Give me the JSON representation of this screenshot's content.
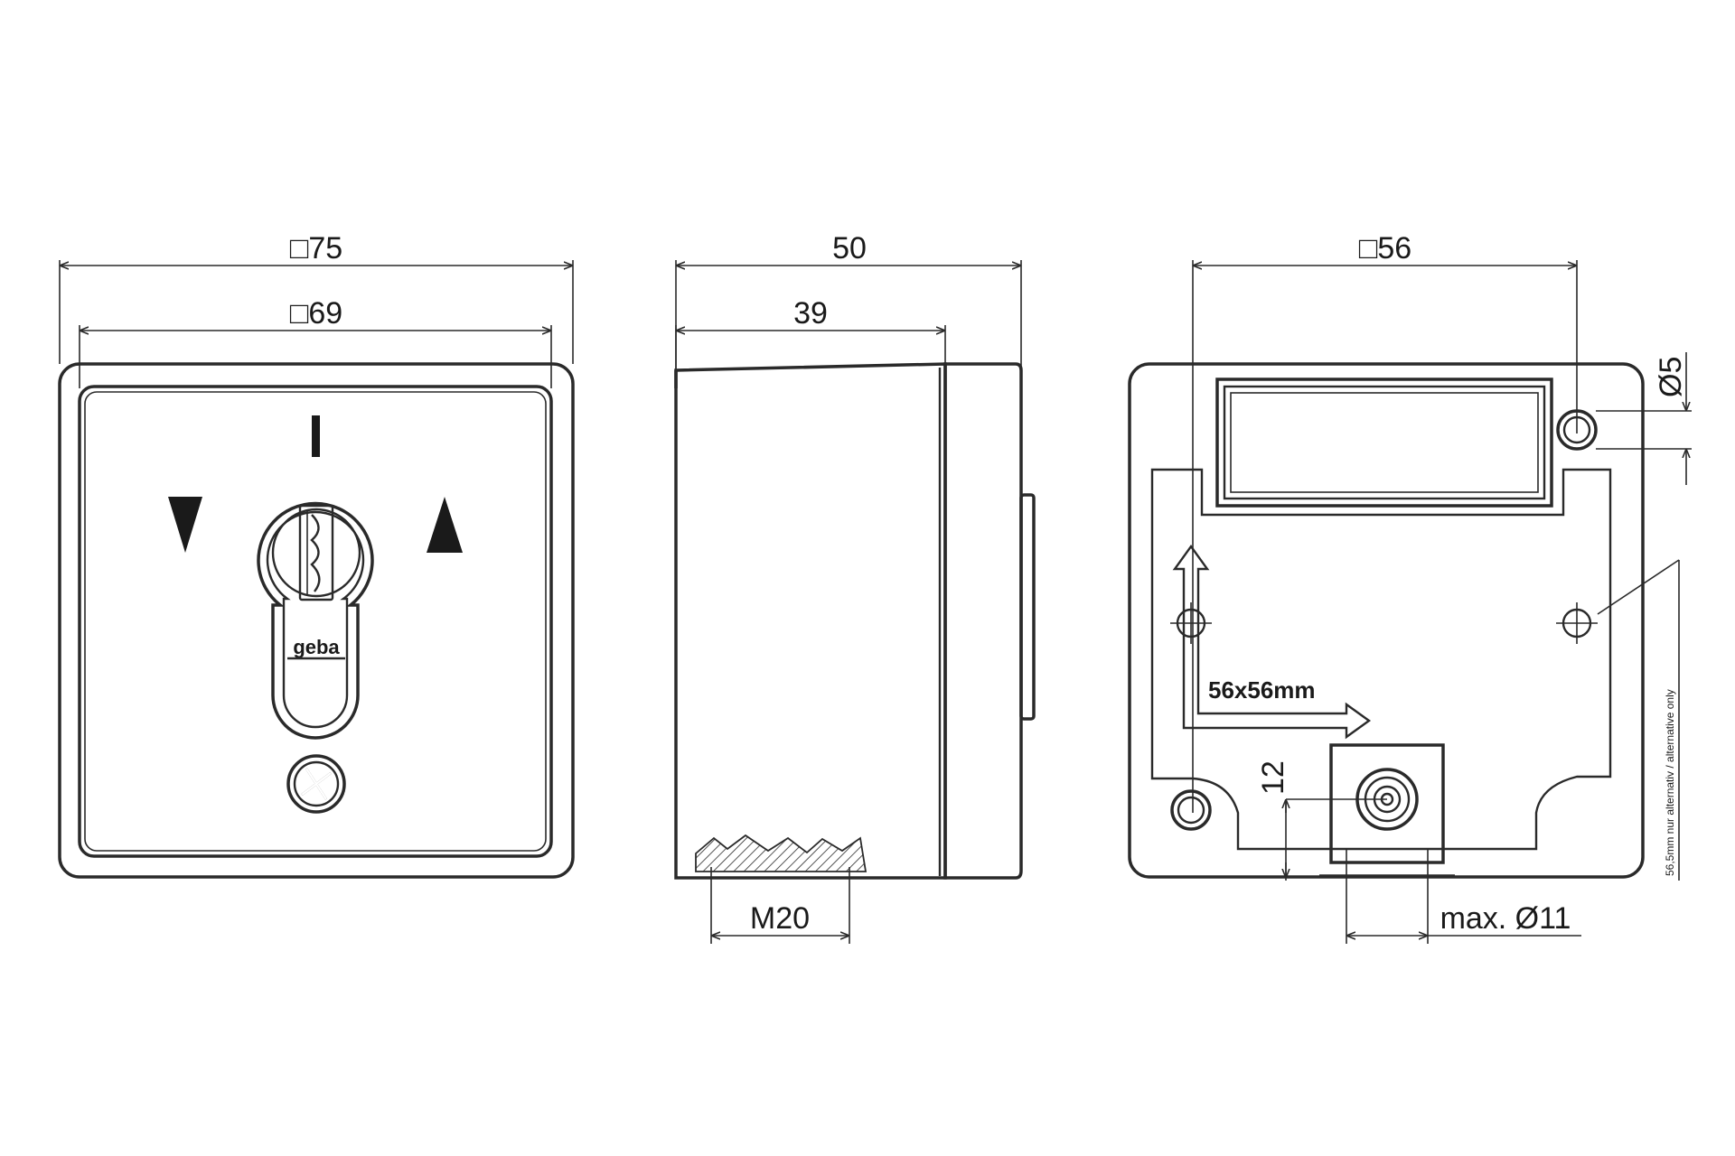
{
  "front_view": {
    "outer_dim": "□75",
    "inner_dim": "□69",
    "position_mark": "I",
    "brand": "geba"
  },
  "side_view": {
    "depth_total": "50",
    "depth_body": "39",
    "thread": "M20"
  },
  "back_view": {
    "mount_square": "□56",
    "hole_diameter": "Ø5",
    "offset": "12",
    "cable_max": "max. Ø11",
    "grid_label": "56x56mm",
    "alt_note": "56,5mm   nur alternativ / alternative only"
  },
  "colors": {
    "line": "#2a2a2a",
    "background": "#ffffff"
  }
}
